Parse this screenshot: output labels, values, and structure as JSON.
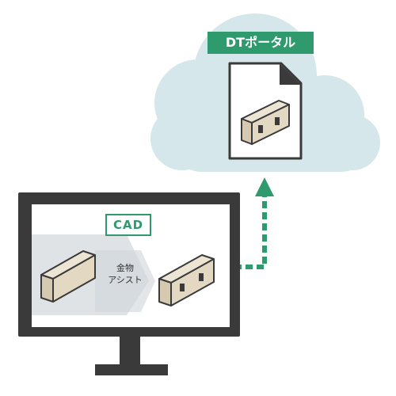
{
  "cloud": {
    "label": "DTポータル"
  },
  "monitor": {
    "app_label": "CAD",
    "assist_line1": "金物",
    "assist_line2": "アシスト"
  },
  "colors": {
    "green": "#2e9a6e",
    "cloud": "#d5e7ea",
    "monitor": "#3a3a3a",
    "wood": "#e3d9c3",
    "stroke": "#3a3a3a",
    "arrow_band": "#dfe3e6"
  },
  "icons": {
    "cloud": "cloud-shape",
    "document": "document-icon",
    "beam_plain": "wood-beam-icon",
    "beam_hardware": "beam-with-hardware-icon"
  }
}
